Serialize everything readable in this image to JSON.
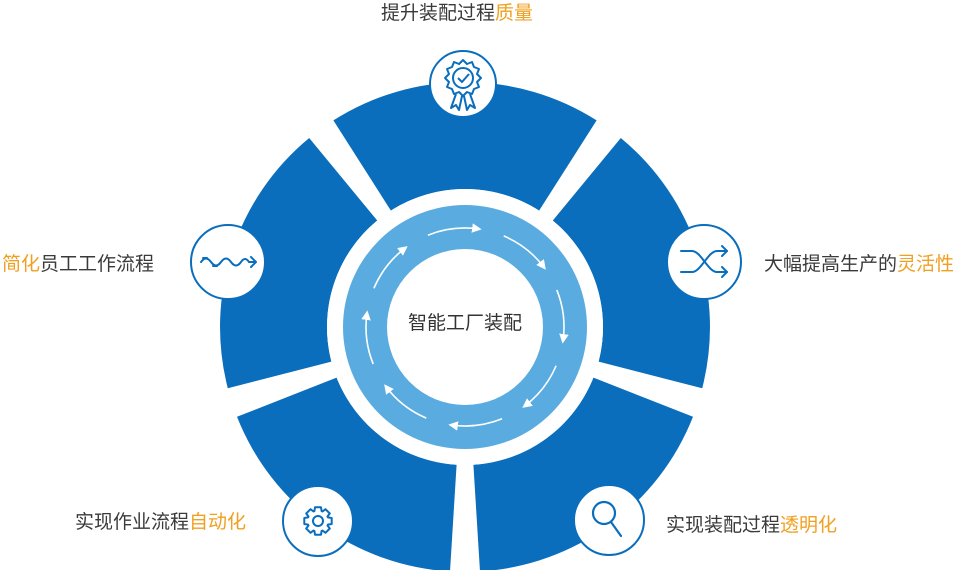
{
  "colors": {
    "segment": "#0a6ebd",
    "inner_ring": "#5aabdf",
    "accent": "#f0a020",
    "text": "#3a3a3a"
  },
  "center": {
    "title": "智能工厂装配"
  },
  "goals": [
    {
      "id": "quality",
      "text": "提升装配过程",
      "highlight": "质量",
      "highlight_position": "end",
      "icon": "award-badge-icon"
    },
    {
      "id": "flexibility",
      "text": "大幅提高生产的",
      "highlight": "灵活性",
      "highlight_position": "end",
      "icon": "shuffle-arrows-icon"
    },
    {
      "id": "transparency",
      "text": "实现装配过程",
      "highlight": "透明化",
      "highlight_position": "end",
      "icon": "magnifier-icon"
    },
    {
      "id": "automation",
      "text": "实现作业流程",
      "highlight": "自动化",
      "highlight_position": "end",
      "icon": "gear-icon"
    },
    {
      "id": "simplify",
      "text": "员工工作流程",
      "highlight": "简化",
      "highlight_position": "start",
      "icon": "wave-arrow-icon"
    }
  ]
}
